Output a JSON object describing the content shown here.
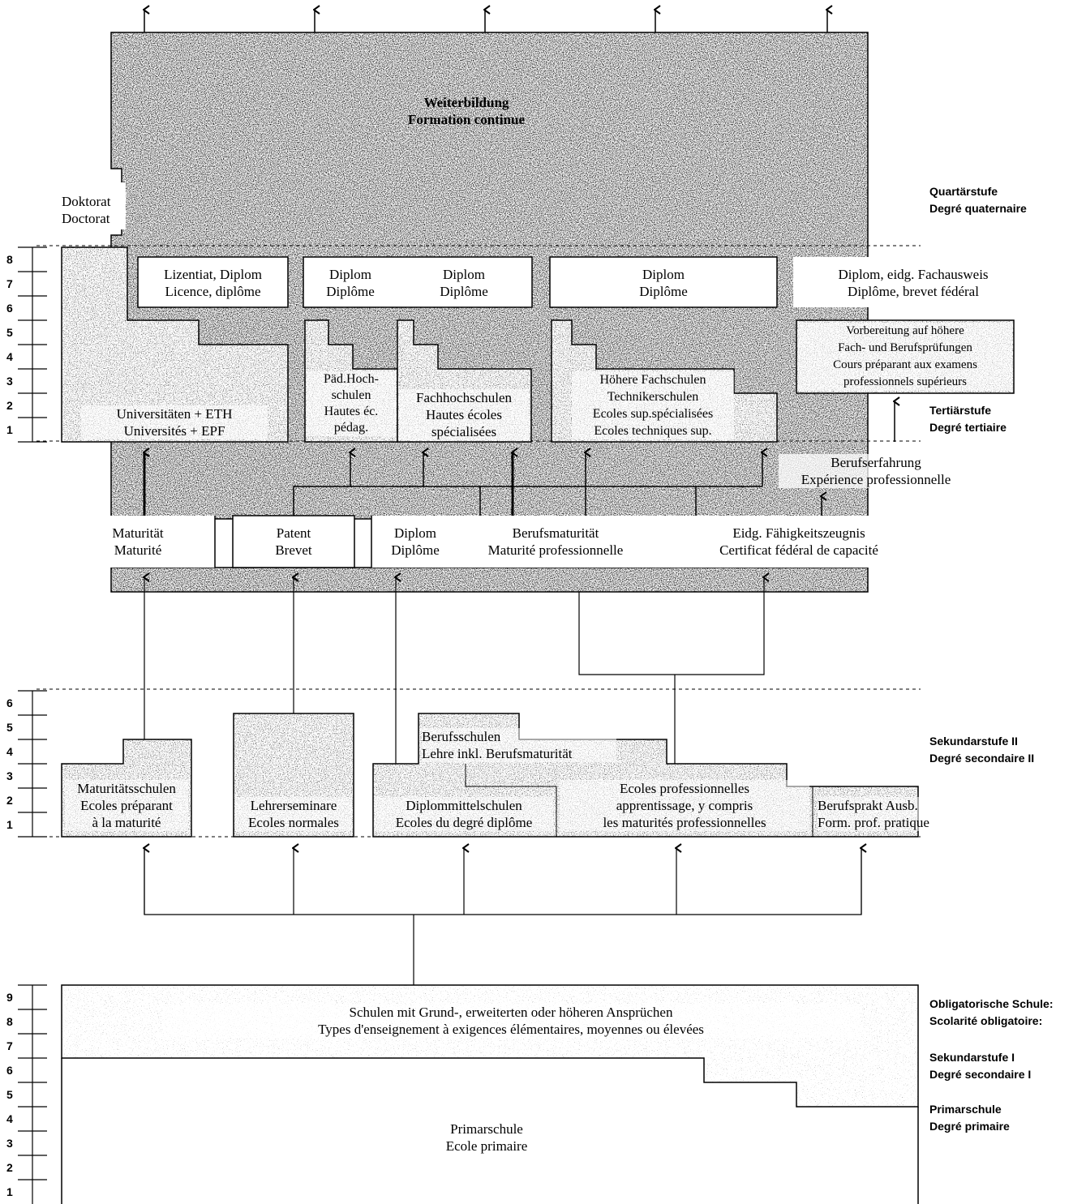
{
  "levels": {
    "quaternary": [
      "Quartärstufe",
      "Degré quaternaire"
    ],
    "tertiary": [
      "Tertiärstufe",
      "Degré tertiaire"
    ],
    "secondary2": [
      "Sekundarstufe II",
      "Degré secondaire II"
    ],
    "compulsory": [
      "Obligatorische Schule:",
      "Scolarité obligatoire:"
    ],
    "secondary1": [
      "Sekundarstufe I",
      "Degré secondaire I"
    ],
    "primary_level": [
      "Primarschule",
      "Degré primaire"
    ]
  },
  "quaternary": {
    "continuing_education": [
      "Weiterbildung",
      "Formation continue"
    ],
    "doctorate": [
      "Doktorat",
      "Doctorat"
    ]
  },
  "tertiary": {
    "degree_university": [
      "Lizentiat, Diplom",
      "Licence, diplôme"
    ],
    "degree_ped": [
      "Diplom",
      "Diplôme"
    ],
    "degree_fh": [
      "Diplom",
      "Diplôme"
    ],
    "degree_hf": [
      "Diplom",
      "Diplôme"
    ],
    "degree_federal": [
      "Diplom, eidg. Fachausweis",
      "Diplôme, brevet fédéral"
    ],
    "universities": [
      "Universitäten + ETH",
      "Universités + EPF"
    ],
    "ped_universities": [
      "Päd.Hoch-",
      "schulen",
      "Hautes éc.",
      "pédag."
    ],
    "universities_applied_sciences": [
      "Fachhochschulen",
      "Hautes écoles",
      "spécialisées"
    ],
    "higher_technical_schools": [
      "Höhere Fachschulen",
      "Technikerschulen",
      "Ecoles sup.spécialisées",
      "Ecoles techniques sup."
    ],
    "exam_preparation": [
      "Vorbereitung auf höhere",
      "Fach- und Berufsprüfungen",
      "Cours préparant aux examens",
      "professionnels supérieurs"
    ],
    "work_experience": [
      "Berufserfahrung",
      "Expérience professionnelle"
    ]
  },
  "certificates": {
    "maturity": [
      "Maturität",
      "Maturité"
    ],
    "patent": [
      "Patent",
      "Brevet"
    ],
    "diploma": [
      "Diplom",
      "Diplôme"
    ],
    "vocational_maturity": [
      "Berufsmaturität",
      "Maturité professionnelle"
    ],
    "federal_vet": [
      "Eidg. Fähigkeitszeugnis",
      "Certificat fédéral de capacité"
    ]
  },
  "secondary2": {
    "maturity_schools": [
      "Maturitätsschulen",
      "Ecoles préparant",
      "à la maturité"
    ],
    "teacher_seminars": [
      "Lehrerseminare",
      "Ecoles normales"
    ],
    "diploma_schools": [
      "Diplommittelschulen",
      "Ecoles du degré diplôme"
    ],
    "vocational_schools": [
      "Berufsschulen",
      "Lehre inkl. Berufsmaturität"
    ],
    "vocational_schools_fr": [
      "Ecoles professionnelles",
      "apprentissage, y compris",
      "les maturités professionnelles"
    ],
    "practical_training": [
      "Berufsprakt Ausb.",
      "Form. prof. pratique"
    ]
  },
  "compulsory": {
    "lower_secondary": [
      "Schulen mit Grund-, erweiterten oder höheren Ansprüchen",
      "Types d'enseignement à exigences élémentaires, moyennes ou élevées"
    ],
    "primary": [
      "Primarschule",
      "Ecole primaire"
    ]
  },
  "scales": {
    "tertiary": [
      "8",
      "7",
      "6",
      "5",
      "4",
      "3",
      "2",
      "1"
    ],
    "secondary2": [
      "6",
      "5",
      "4",
      "3",
      "2",
      "1"
    ],
    "compulsory": [
      "9",
      "8",
      "7",
      "6",
      "5",
      "4",
      "3",
      "2",
      "1"
    ]
  }
}
